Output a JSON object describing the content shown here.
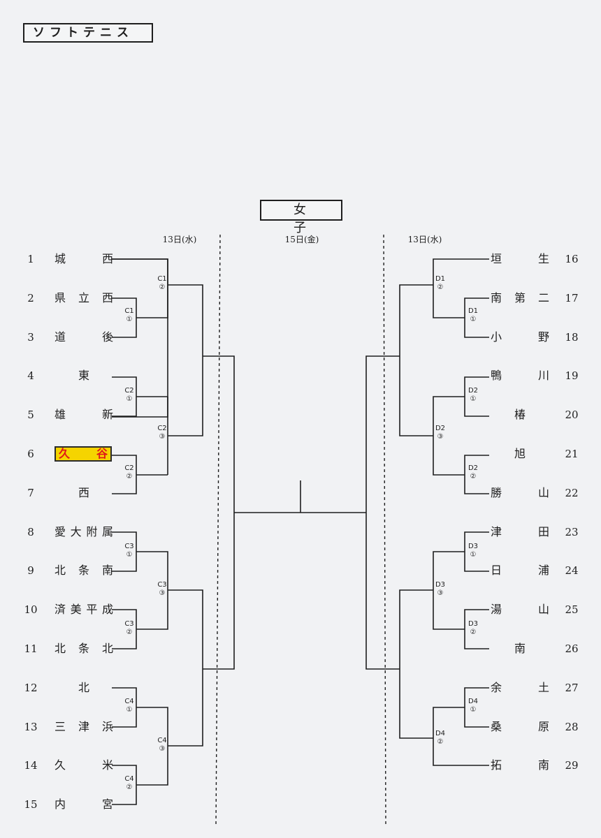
{
  "title": "ソフトテニス",
  "section": "女子",
  "dates": {
    "left": "13日(水)",
    "center": "15日(金)",
    "right": "13日(水)"
  },
  "left_teams": [
    {
      "no": "1",
      "name": "城西"
    },
    {
      "no": "2",
      "name": "県立西"
    },
    {
      "no": "3",
      "name": "道後"
    },
    {
      "no": "4",
      "name": "東"
    },
    {
      "no": "5",
      "name": "雄新"
    },
    {
      "no": "6",
      "name": "久谷",
      "highlight": true
    },
    {
      "no": "7",
      "name": "西"
    },
    {
      "no": "8",
      "name": "愛大附属"
    },
    {
      "no": "9",
      "name": "北条南"
    },
    {
      "no": "10",
      "name": "済美平成"
    },
    {
      "no": "11",
      "name": "北条北"
    },
    {
      "no": "12",
      "name": "北"
    },
    {
      "no": "13",
      "name": "三津浜"
    },
    {
      "no": "14",
      "name": "久米"
    },
    {
      "no": "15",
      "name": "内宮"
    }
  ],
  "right_teams": [
    {
      "no": "16",
      "name": "垣生"
    },
    {
      "no": "17",
      "name": "南第二"
    },
    {
      "no": "18",
      "name": "小野"
    },
    {
      "no": "19",
      "name": "鴨川"
    },
    {
      "no": "20",
      "name": "椿"
    },
    {
      "no": "21",
      "name": "旭"
    },
    {
      "no": "22",
      "name": "勝山"
    },
    {
      "no": "23",
      "name": "津田"
    },
    {
      "no": "24",
      "name": "日浦"
    },
    {
      "no": "25",
      "name": "湯山"
    },
    {
      "no": "26",
      "name": "南"
    },
    {
      "no": "27",
      "name": "余土"
    },
    {
      "no": "28",
      "name": "桑原"
    },
    {
      "no": "29",
      "name": "拓南"
    }
  ],
  "match_labels": {
    "c1_2": [
      "C1",
      "②"
    ],
    "c1_1": [
      "C1",
      "①"
    ],
    "c2_1": [
      "C2",
      "①"
    ],
    "c2_3": [
      "C2",
      "③"
    ],
    "c2_2": [
      "C2",
      "②"
    ],
    "c3_1": [
      "C3",
      "①"
    ],
    "c3_3": [
      "C3",
      "③"
    ],
    "c3_2": [
      "C3",
      "②"
    ],
    "c4_1": [
      "C4",
      "①"
    ],
    "c4_3": [
      "C4",
      "③"
    ],
    "c4_2": [
      "C4",
      "②"
    ],
    "d1_2": [
      "D1",
      "②"
    ],
    "d1_1": [
      "D1",
      "①"
    ],
    "d2_1": [
      "D2",
      "①"
    ],
    "d2_3": [
      "D2",
      "③"
    ],
    "d2_2": [
      "D2",
      "②"
    ],
    "d3_1": [
      "D3",
      "①"
    ],
    "d3_3": [
      "D3",
      "③"
    ],
    "d3_2": [
      "D3",
      "②"
    ],
    "d4_1": [
      "D4",
      "①"
    ],
    "d4_2": [
      "D4",
      "②"
    ]
  }
}
